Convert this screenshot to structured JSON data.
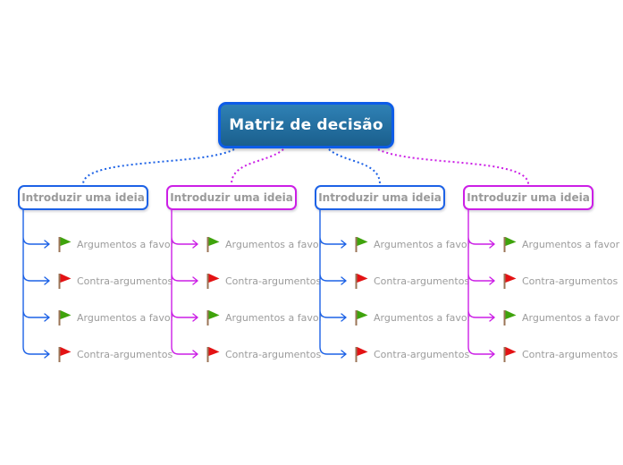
{
  "root": {
    "label": "Matriz de decisão"
  },
  "colors": {
    "blue": "#1d62e6",
    "magenta": "#cc1fe6",
    "green": "#3fa30c",
    "red": "#e31214",
    "pole_brown": "#9b7457",
    "node_border": "#0d5ce8",
    "fill_top": "#2f81b5",
    "fill_bottom": "#1a5f8d",
    "label_gray": "#9a9a9a"
  },
  "branches": [
    {
      "label": "Introduzir uma ideia",
      "color": "blue",
      "items": [
        {
          "label": "Argumentos a favor",
          "flag": "green"
        },
        {
          "label": "Contra-argumentos",
          "flag": "red"
        },
        {
          "label": "Argumentos a favor",
          "flag": "green"
        },
        {
          "label": "Contra-argumentos",
          "flag": "red"
        }
      ]
    },
    {
      "label": "Introduzir uma ideia",
      "color": "magenta",
      "items": [
        {
          "label": "Argumentos a favor",
          "flag": "green"
        },
        {
          "label": "Contra-argumentos",
          "flag": "red"
        },
        {
          "label": "Argumentos a favor",
          "flag": "green"
        },
        {
          "label": "Contra-argumentos",
          "flag": "red"
        }
      ]
    },
    {
      "label": "Introduzir uma ideia",
      "color": "blue",
      "items": [
        {
          "label": "Argumentos a favor",
          "flag": "green"
        },
        {
          "label": "Contra-argumentos",
          "flag": "red"
        },
        {
          "label": "Argumentos a favor",
          "flag": "green"
        },
        {
          "label": "Contra-argumentos",
          "flag": "red"
        }
      ]
    },
    {
      "label": "Introduzir uma ideia",
      "color": "magenta",
      "items": [
        {
          "label": "Argumentos a favor",
          "flag": "green"
        },
        {
          "label": "Contra-argumentos",
          "flag": "red"
        },
        {
          "label": "Argumentos a favor",
          "flag": "green"
        },
        {
          "label": "Contra-argumentos",
          "flag": "red"
        }
      ]
    }
  ]
}
